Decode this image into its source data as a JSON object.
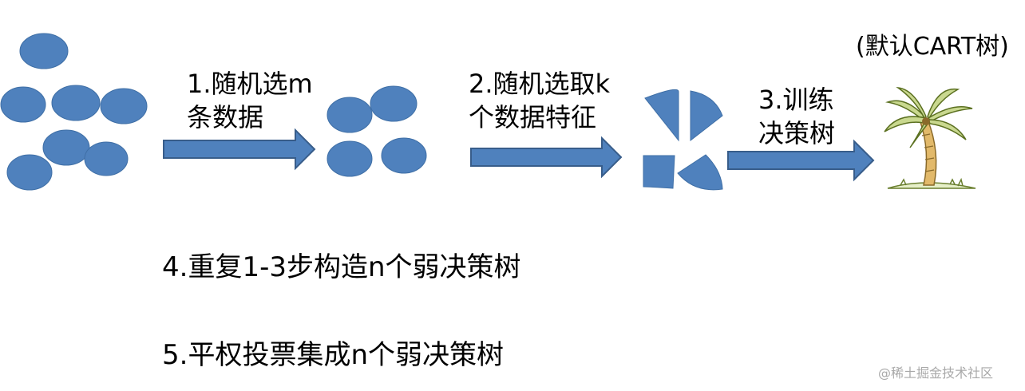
{
  "step1": {
    "line1": "1.随机选m",
    "line2": "条数据"
  },
  "step2": {
    "line1": "2.随机选取k",
    "line2": "个数据特征"
  },
  "step3": {
    "line1": "3.训练",
    "line2": "决策树"
  },
  "tree_note": "(默认CART树)",
  "step4": "4.重复1-3步构造n个弱决策树",
  "step5": "5.平权投票集成n个弱决策树",
  "watermark": "@稀土掘金技术社区",
  "icons": [
    "data-points",
    "arrow-right",
    "palm-tree"
  ],
  "colors": {
    "shape_fill": "#4f81bd",
    "shape_stroke": "#3a6699",
    "arrow_fill": "#4f81bd",
    "arrow_stroke": "#385d8a",
    "watermark": "#a9a9a9"
  }
}
